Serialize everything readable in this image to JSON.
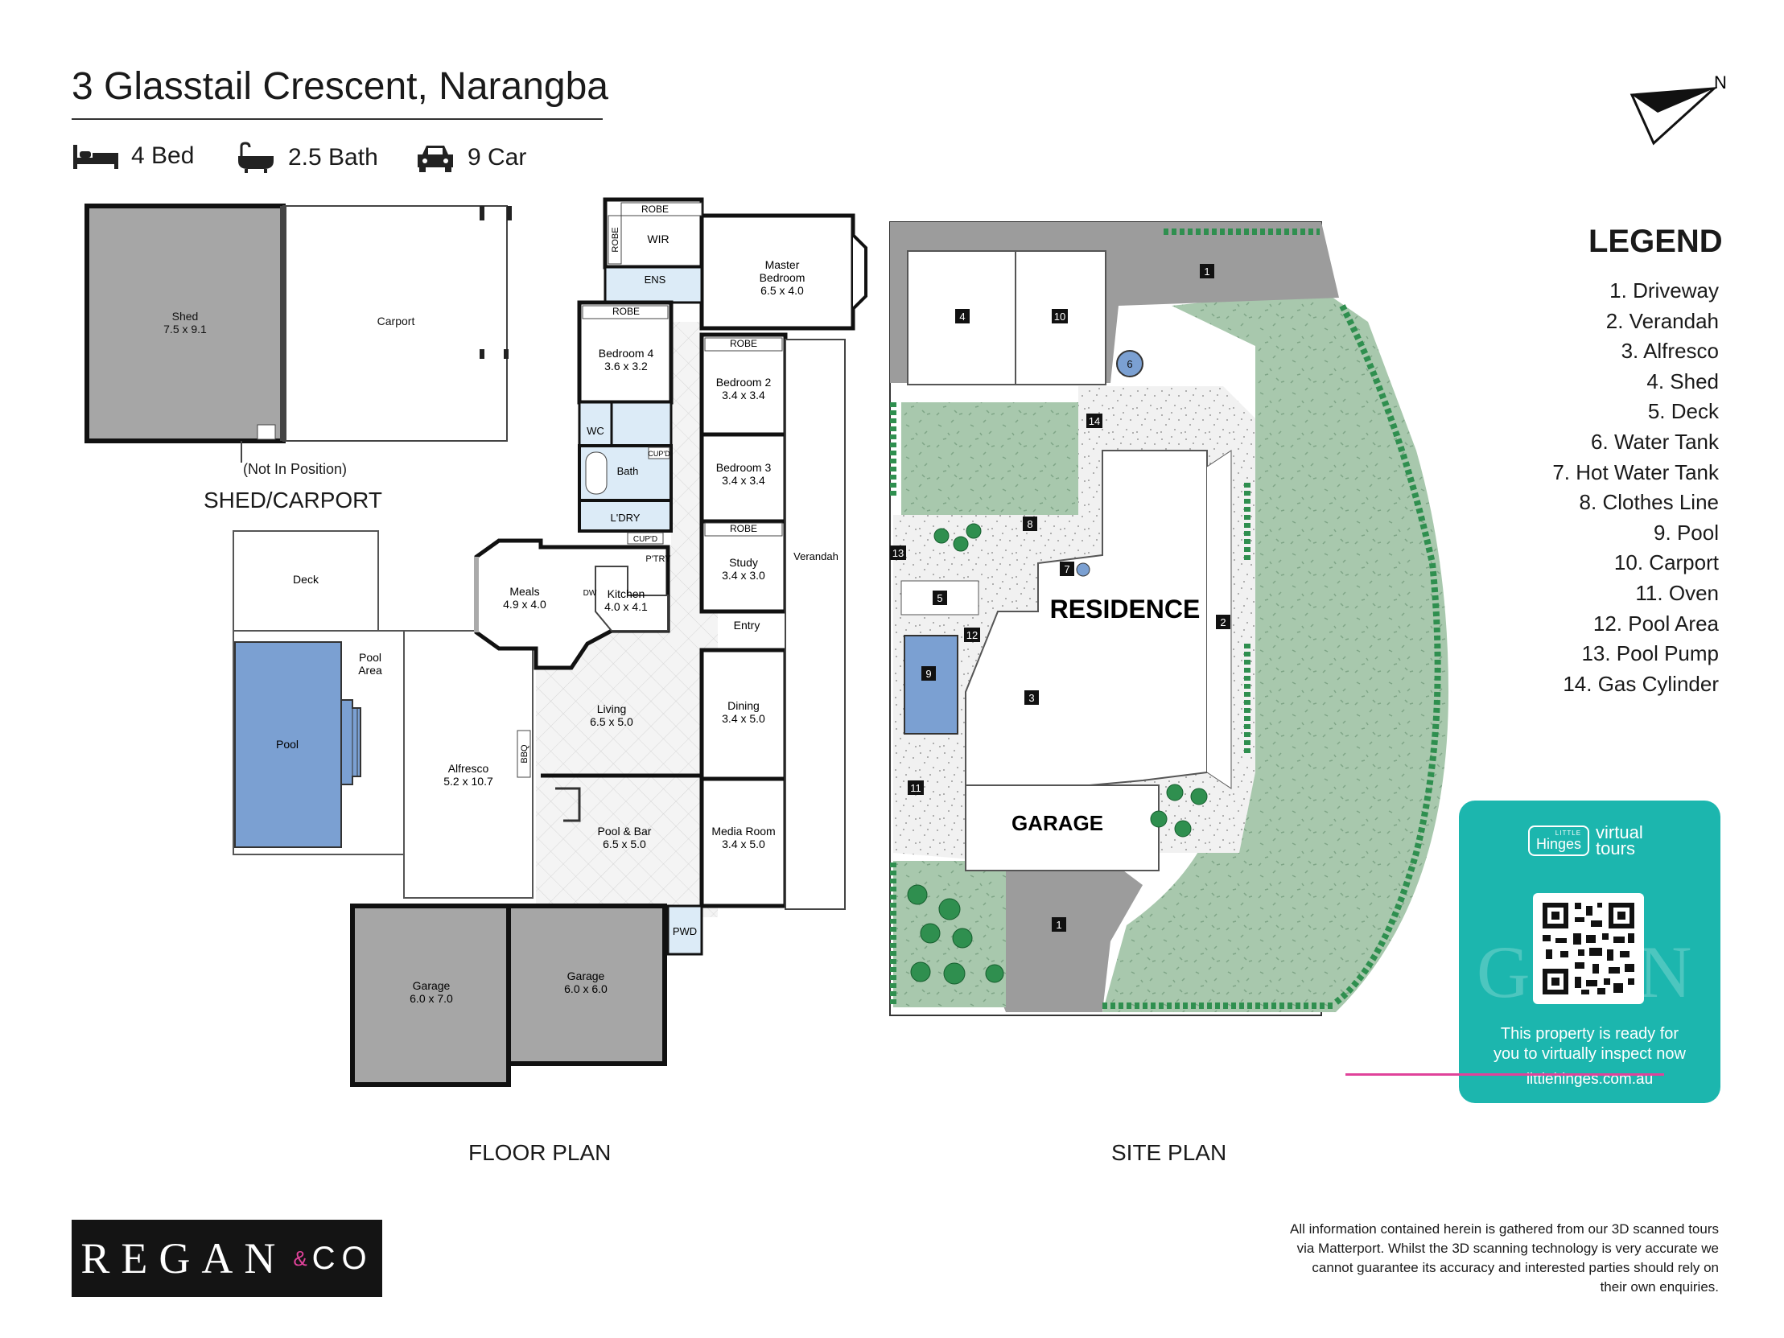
{
  "title": "3 Glasstail Crescent, Narangba",
  "stats": {
    "bed": "4 Bed",
    "bath": "2.5 Bath",
    "car": "9 Car"
  },
  "sections": {
    "shed_carport": "SHED/CARPORT",
    "floor": "FLOOR PLAN",
    "site": "SITE PLAN"
  },
  "not_in_position": "(Not In Position)",
  "north": "N",
  "rooms": {
    "shed_name": "Shed",
    "shed_size": "7.5 x 9.1",
    "carport": "Carport",
    "deck": "Deck",
    "pool": "Pool",
    "pool_area_1": "Pool",
    "pool_area_2": "Area",
    "alfresco_name": "Alfresco",
    "alfresco_size": "5.2 x 10.7",
    "bbq": "BBQ",
    "meals_name": "Meals",
    "meals_size": "4.9 x 4.0",
    "kitchen_name": "Kitchen",
    "kitchen_size": "4.0 x 4.1",
    "dw": "DW",
    "ptry": "P'TRY",
    "living_name": "Living",
    "living_size": "6.5 x 5.0",
    "poolbar_name": "Pool & Bar",
    "poolbar_size": "6.5 x 5.0",
    "dining_name": "Dining",
    "dining_size": "3.4 x 5.0",
    "media_name": "Media Room",
    "media_size": "3.4 x 5.0",
    "study_name": "Study",
    "study_size": "3.4 x 3.0",
    "bed3_name": "Bedroom 3",
    "bed3_size": "3.4 x 3.4",
    "bed2_name": "Bedroom 2",
    "bed2_size": "3.4 x 3.4",
    "bed4_name": "Bedroom 4",
    "bed4_size": "3.6 x 3.2",
    "master_name": "Master",
    "master_name2": "Bedroom",
    "master_size": "6.5 x 4.0",
    "robe": "ROBE",
    "wir": "WIR",
    "ens": "ENS",
    "wc": "WC",
    "bath": "Bath",
    "cupd": "CUP'D",
    "ldry": "L'DRY",
    "entry": "Entry",
    "verandah": "Verandah",
    "pwd": "PWD",
    "garage1_name": "Garage",
    "garage1_size": "6.0 x 7.0",
    "garage2_name": "Garage",
    "garage2_size": "6.0 x 6.0"
  },
  "site": {
    "residence": "RESIDENCE",
    "garage": "GARAGE"
  },
  "legend": {
    "title": "LEGEND",
    "items": [
      "1. Driveway",
      "2. Verandah",
      "3. Alfresco",
      "4. Shed",
      "5. Deck",
      "6. Water Tank",
      "7. Hot Water Tank",
      "8. Clothes Line",
      "9. Pool",
      "10. Carport",
      "11. Oven",
      "12. Pool Area",
      "13. Pool Pump",
      "14. Gas Cylinder"
    ],
    "markers": [
      "1",
      "1",
      "2",
      "3",
      "4",
      "5",
      "6",
      "7",
      "8",
      "9",
      "10",
      "11",
      "12",
      "13",
      "14"
    ]
  },
  "promo": {
    "brand_small": "LITTLE",
    "brand": "Hinges",
    "virtual": "virtual",
    "tours": "tours",
    "line1": "This property is ready for",
    "line2": "you to virtually inspect now",
    "url": "littlehinges.com.au",
    "watermark": "GAN"
  },
  "logo": {
    "main": "REGAN",
    "amp": "&",
    "co": "CO"
  },
  "disclaimer": "All information contained herein is gathered from our 3D scanned tours via Matterport. Whilst the 3D scanning technology is very accurate we cannot guarantee its accuracy and interested parties should rely on their own enquiries.",
  "colors": {
    "pool": "#7ba0d2",
    "shed_garage": "#a6a6a6",
    "lawn": "#a8c8ad",
    "driveway": "#9c9c9c",
    "promo": "#1cb6ae",
    "accent": "#e0429a",
    "logo_bg": "#141414"
  }
}
